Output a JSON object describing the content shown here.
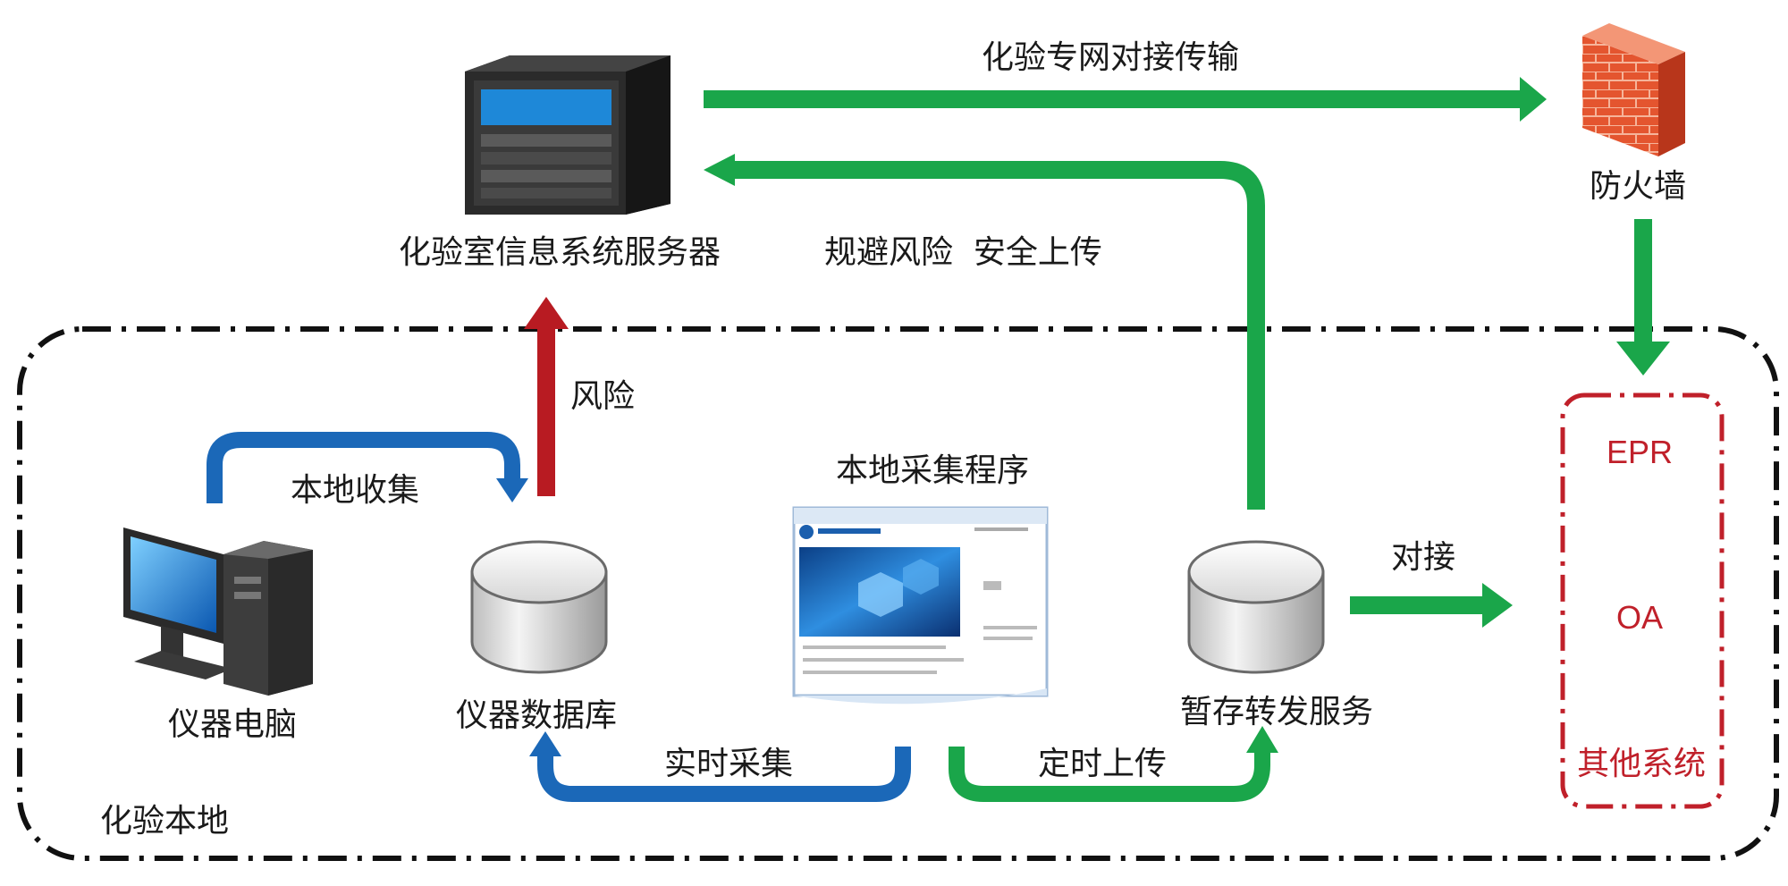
{
  "nodes": {
    "server": "化验室信息系统服务器",
    "firewall": "防火墙",
    "instrument_pc": "仪器电脑",
    "instrument_db": "仪器数据库",
    "local_program": "本地采集程序",
    "buffer_service": "暂存转发服务"
  },
  "flows": {
    "private_net": "化验专网对接传输",
    "avoid_risk": "规避风险  安全上传",
    "risk": "风险",
    "local_collect": "本地收集",
    "realtime_collect": "实时采集",
    "scheduled_upload": "定时上传",
    "dock": "对接"
  },
  "regions": {
    "local": "化验本地",
    "other_systems": "其他系统"
  },
  "other_systems": {
    "epr": "EPR",
    "oa": "OA"
  },
  "colors": {
    "green": "#1aa64a",
    "blue": "#1b68b8",
    "red": "#b81b22",
    "dark_red": "#c0202a",
    "black": "#111111"
  }
}
